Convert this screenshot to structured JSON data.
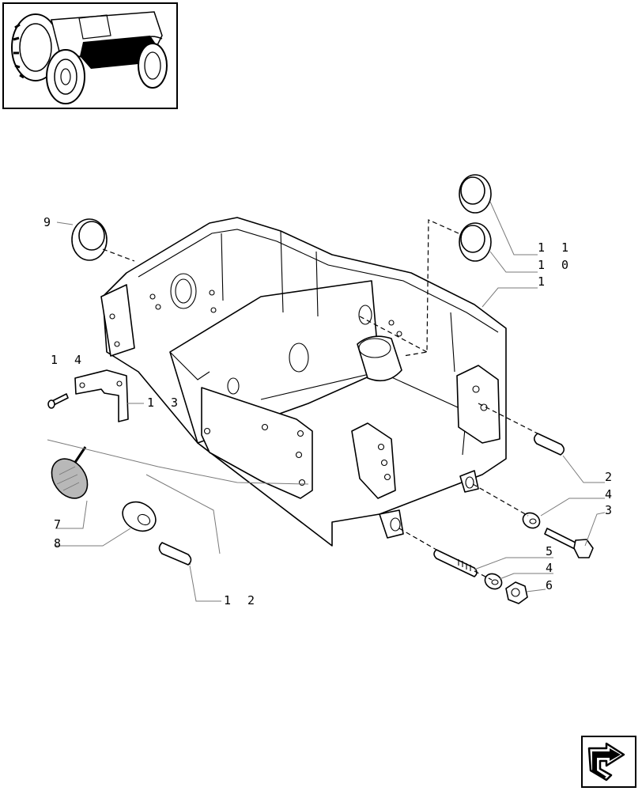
{
  "diagram": {
    "callouts": [
      {
        "id": "c9",
        "text": "9"
      },
      {
        "id": "c11",
        "text": "1 1"
      },
      {
        "id": "c10",
        "text": "1 0"
      },
      {
        "id": "c1",
        "text": "1"
      },
      {
        "id": "c14",
        "text": "1 4"
      },
      {
        "id": "c13",
        "text": "1 3"
      },
      {
        "id": "c2",
        "text": "2"
      },
      {
        "id": "c4a",
        "text": "4"
      },
      {
        "id": "c3",
        "text": "3"
      },
      {
        "id": "c7",
        "text": "7"
      },
      {
        "id": "c8",
        "text": "8"
      },
      {
        "id": "c5",
        "text": "5"
      },
      {
        "id": "c4b",
        "text": "4"
      },
      {
        "id": "c6",
        "text": "6"
      },
      {
        "id": "c12",
        "text": "1 2"
      }
    ]
  },
  "icons": {
    "thumbnail": "tractor-locator-icon",
    "navigation": "next-page-arrow-icon"
  }
}
